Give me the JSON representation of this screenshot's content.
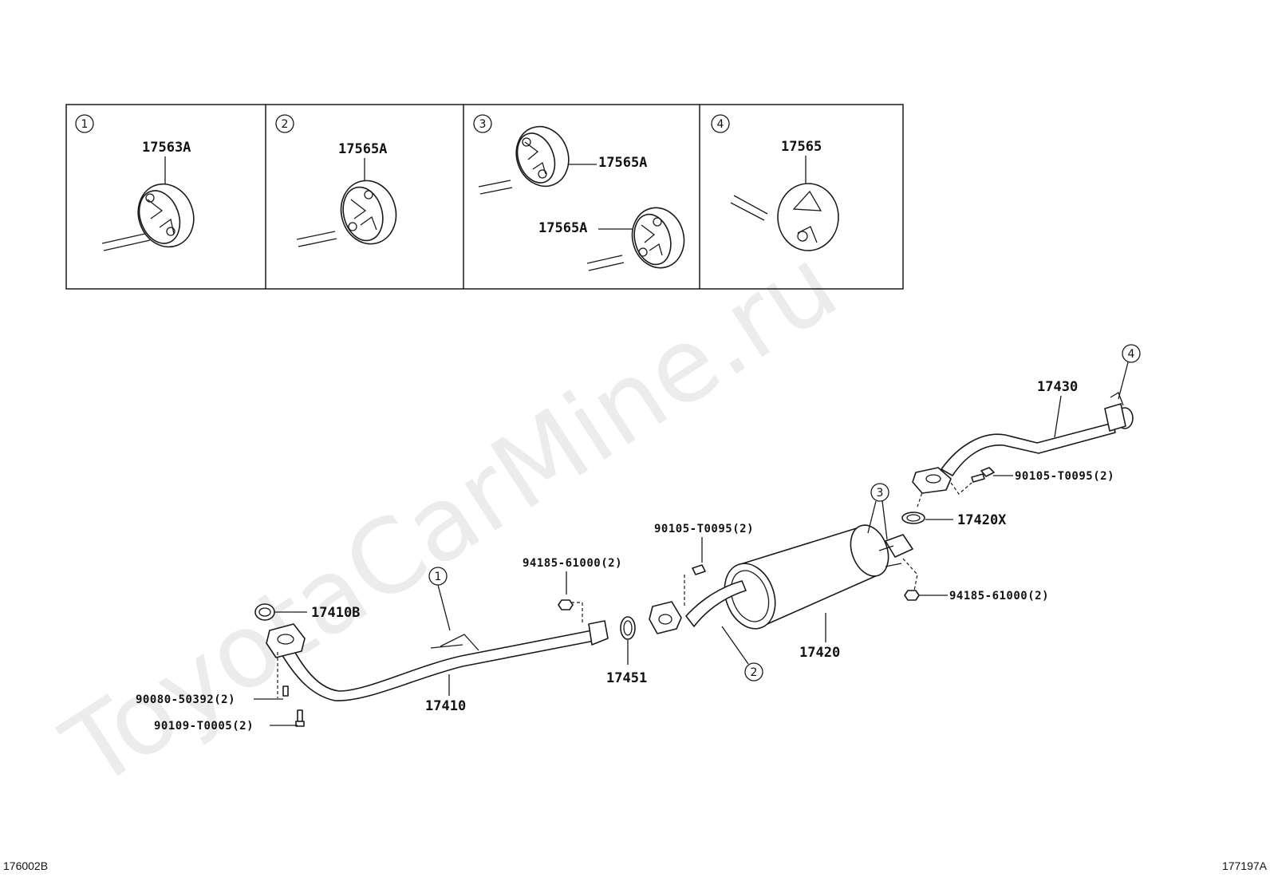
{
  "watermark": "ToyotaCarMine.ru",
  "corner_left": "176002B",
  "corner_right": "177197A",
  "panels": [
    {
      "num": "1",
      "labels": [
        "17563A"
      ]
    },
    {
      "num": "2",
      "labels": [
        "17565A"
      ]
    },
    {
      "num": "3",
      "labels": [
        "17565A",
        "17565A"
      ]
    },
    {
      "num": "4",
      "labels": [
        "17565"
      ]
    }
  ],
  "callouts": {
    "c1": "1",
    "c2": "2",
    "c3": "3",
    "c4": "4"
  },
  "parts": {
    "p17430": "17430",
    "p90105_top": "90105-T0095(2)",
    "p17420X": "17420X",
    "p90105_mid": "90105-T0095(2)",
    "p94185_mid": "94185-61000(2)",
    "p94185_right": "94185-61000(2)",
    "p17410B": "17410B",
    "p17451": "17451",
    "p17420": "17420",
    "p17410": "17410",
    "p90080": "90080-50392(2)",
    "p90109": "90109-T0005(2)"
  }
}
